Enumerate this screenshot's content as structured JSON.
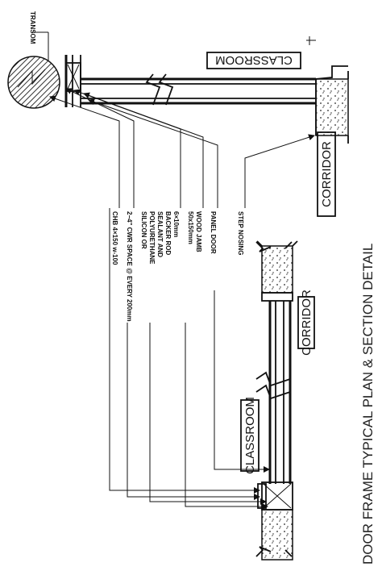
{
  "title": "DOOR FRAME TYPICAL PLAN & SECTION DETAIL",
  "room_labels": {
    "classroom_section": "CLASSROOM",
    "corridor_section": "CORRIDOR",
    "corridor_plan": "CORRIDOR",
    "classroom_plan": "CLASSROOM"
  },
  "callouts": {
    "transom": "TRANSOM",
    "step_nosing": "STEP NOSING",
    "chb": "CHB 4×150 w-100",
    "cwr_space": "2−4\" CWR SPACE @ EVERY 200mm",
    "silicon_line1": "SILICON OR",
    "silicon_line2": "POLYURETHANE",
    "silicon_line3": "SEALANT AND",
    "silicon_line4": "BACKER ROD",
    "silicon_line5": "6×10mm",
    "wood_jamb_line1": "50x150mm",
    "wood_jamb_line2": "WOOD JAMB",
    "panel_door": "PANEL DOOR"
  },
  "colors": {
    "ink": "#111111",
    "background": "#ffffff",
    "hatch": "#333333"
  }
}
